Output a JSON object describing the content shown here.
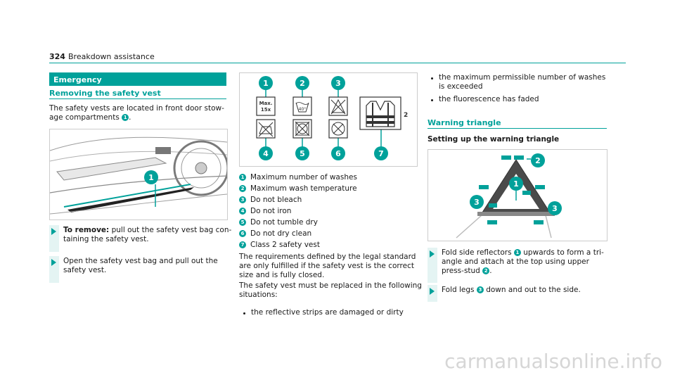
{
  "header": {
    "page_number": "324",
    "section": "Breakdown assistance"
  },
  "colors": {
    "accent": "#00a19a"
  },
  "emergency": {
    "title": "Emergency",
    "subtitle": "Removing the safety vest",
    "intro_line1": "The safety vests are located in front door stow-",
    "intro_line2": "age compartments",
    "intro_ref": "1",
    "intro_end": ".",
    "figure_callout": "1",
    "step1_bold": "To remove:",
    "step1_line1": " pull out the safety vest bag con-",
    "step1_line2": "taining the safety vest.",
    "step2_line1": "Open the safety vest bag and pull out the",
    "step2_line2": "safety vest."
  },
  "care": {
    "callouts": [
      "1",
      "2",
      "3",
      "4",
      "5",
      "6",
      "7"
    ],
    "max_label_1": "Max.",
    "max_label_2": "15x",
    "temp_label": "40°",
    "class_label": "2",
    "items": [
      {
        "n": "1",
        "text": "Maximum number of washes"
      },
      {
        "n": "2",
        "text": "Maximum wash temperature"
      },
      {
        "n": "3",
        "text": "Do not bleach"
      },
      {
        "n": "4",
        "text": "Do not iron"
      },
      {
        "n": "5",
        "text": "Do not tumble dry"
      },
      {
        "n": "6",
        "text": "Do not dry clean"
      },
      {
        "n": "7",
        "text": "Class 2 safety vest"
      }
    ],
    "req_line1": "The requirements defined by the legal standard",
    "req_line2": "are only fulfilled if the safety vest is the correct",
    "req_line3": "size and is fully closed.",
    "replace_line1": "The safety vest must be replaced in the following",
    "replace_line2": "situations:",
    "bullet1": "the reflective strips are damaged or dirty",
    "bullet2_line1": "the maximum permissible number of washes",
    "bullet2_line2": "is exceeded",
    "bullet3": "the fluorescence has faded"
  },
  "triangle": {
    "title": "Warning triangle",
    "subtitle": "Setting up the warning triangle",
    "callouts": [
      "1",
      "2",
      "3",
      "3"
    ],
    "step1_line1_a": "Fold side reflectors",
    "step1_ref": "1",
    "step1_line1_b": "upwards to form a tri-",
    "step1_line2": "angle and attach at the top using upper",
    "step1_line3_a": "press-stud",
    "step1_ref2": "2",
    "step1_line3_b": ".",
    "step2_a": "Fold legs",
    "step2_ref": "3",
    "step2_b": "down and out to the side."
  },
  "watermark": "carmanualsonline.info"
}
